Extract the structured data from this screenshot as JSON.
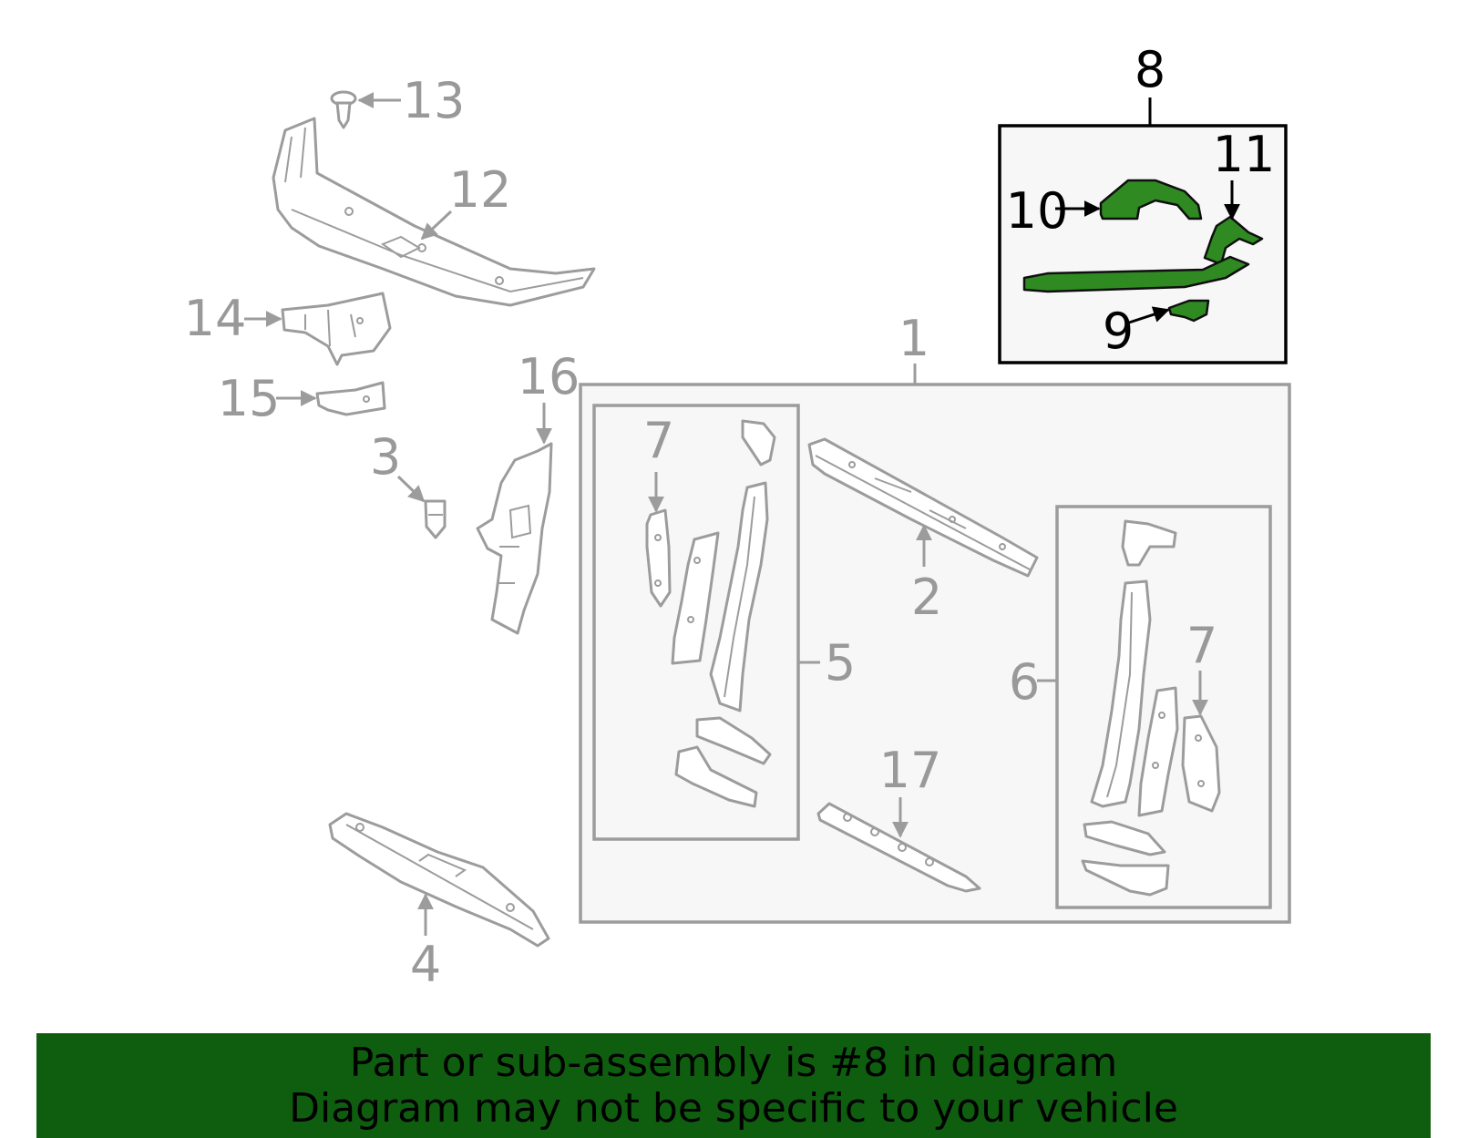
{
  "callouts": {
    "c1": "1",
    "c2": "2",
    "c3": "3",
    "c4": "4",
    "c5": "5",
    "c6": "6",
    "c7a": "7",
    "c7b": "7",
    "c8": "8",
    "c9": "9",
    "c10": "10",
    "c11": "11",
    "c12": "12",
    "c13": "13",
    "c14": "14",
    "c15": "15",
    "c16": "16",
    "c17": "17"
  },
  "banner": {
    "line1": "Part or sub-assembly is #8 in diagram",
    "line2": "Diagram may not be specific to your vehicle"
  },
  "colors": {
    "highlight_part": "#2f8a22",
    "banner_background": "#0f5e0f",
    "callout_gray": "#999999",
    "callout_highlight": "#000000"
  }
}
